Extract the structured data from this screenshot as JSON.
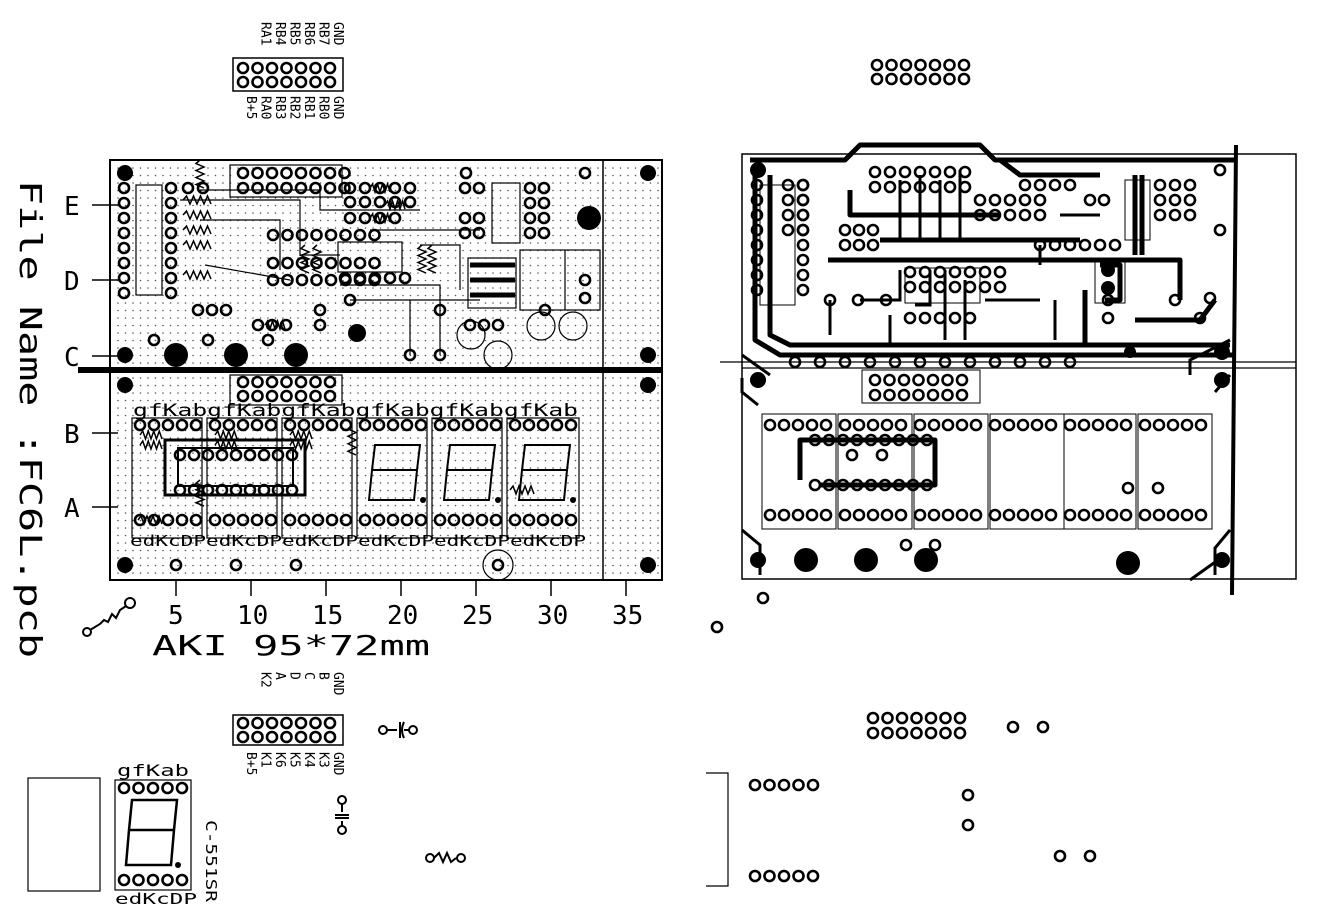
{
  "file_name": "File Name :FC6L.pcb",
  "board_size": "AKI 95*72mm",
  "row_letters": [
    "E",
    "D",
    "C",
    "B",
    "A"
  ],
  "col_numbers": [
    "5",
    "10",
    "15",
    "20",
    "25",
    "30",
    "35"
  ],
  "top_header": {
    "upper_pins": [
      "GND",
      "RB7",
      "RB6",
      "RB5",
      "RB4",
      "RA1"
    ],
    "lower_pins": [
      "GND",
      "RB0",
      "RB1",
      "RB2",
      "RB3",
      "RA0",
      "B+5"
    ]
  },
  "bottom_header": {
    "upper_pins": [
      "GND",
      "B",
      "C",
      "D",
      "A",
      "K2"
    ],
    "lower_pins": [
      "GND",
      "K3",
      "K4",
      "K5",
      "K6",
      "K1",
      "B+5"
    ]
  },
  "seg_top_pins": "gfKabgfKabgfKabgfKabgfKabgfKab",
  "seg_bottom_pins": "edKcDPedKcDPedKcDPedKcDPedKcDPedKcDP",
  "single_display": {
    "top_pins": "gfKab",
    "bottom_pins": "edKcDP",
    "part": "C-551SR"
  }
}
